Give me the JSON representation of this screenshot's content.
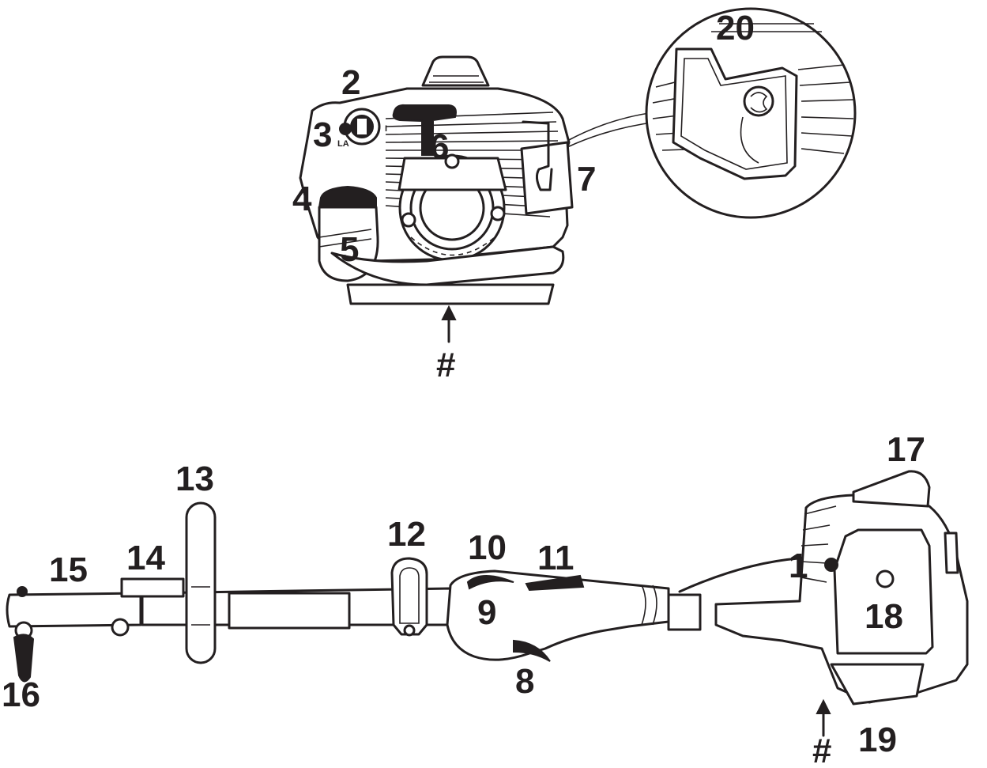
{
  "callouts": {
    "c1": "1",
    "c2": "2",
    "c3": "3",
    "c4": "4",
    "c5": "5",
    "c6": "6",
    "c7": "7",
    "c8": "8",
    "c9": "9",
    "c10": "10",
    "c11": "11",
    "c12": "12",
    "c13": "13",
    "c14": "14",
    "c15": "15",
    "c16": "16",
    "c17": "17",
    "c18": "18",
    "c19": "19",
    "c20": "20",
    "hash_top": "#",
    "hash_bottom": "#"
  },
  "small_marks": {
    "la": "LA",
    "choke_on": "I"
  }
}
